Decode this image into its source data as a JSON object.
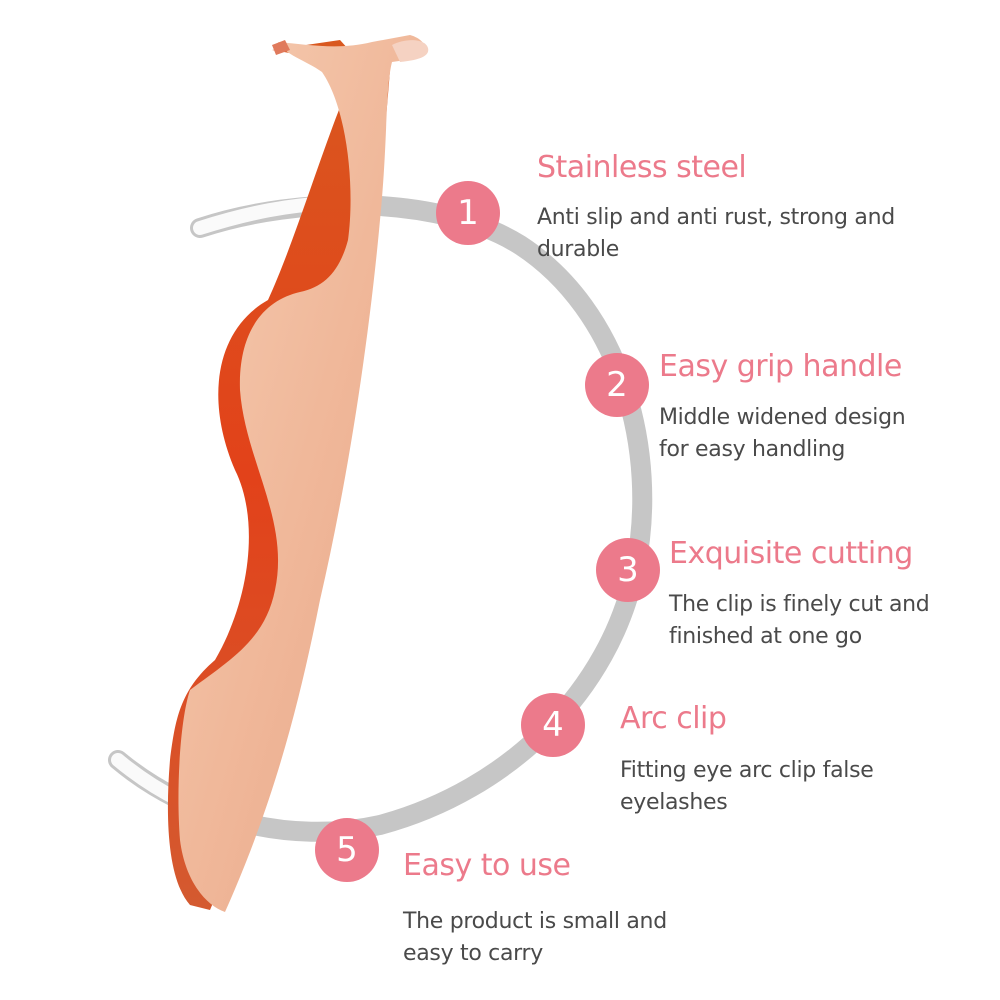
{
  "colors": {
    "accent": "#ec7a8b",
    "body_text": "#4a4a4a",
    "arc": "#c4c4c4",
    "tweezer_face": "#f0b99a",
    "tweezer_edge": "#e0481c"
  },
  "product": {
    "image": "rose-gold-eyelash-tweezer-icon"
  },
  "features": [
    {
      "number": "1",
      "title": "Stainless steel",
      "desc_line1": "Anti slip and anti rust, strong and",
      "desc_line2": "durable"
    },
    {
      "number": "2",
      "title": "Easy grip handle",
      "desc_line1": "Middle widened design",
      "desc_line2": "for easy handling"
    },
    {
      "number": "3",
      "title": "Exquisite cutting",
      "desc_line1": "The clip is finely cut and",
      "desc_line2": "finished at one go"
    },
    {
      "number": "4",
      "title": "Arc clip",
      "desc_line1": "Fitting eye arc clip false",
      "desc_line2": "eyelashes"
    },
    {
      "number": "5",
      "title": "Easy to use",
      "desc_line1": "The product is small and",
      "desc_line2": "easy to carry"
    }
  ]
}
